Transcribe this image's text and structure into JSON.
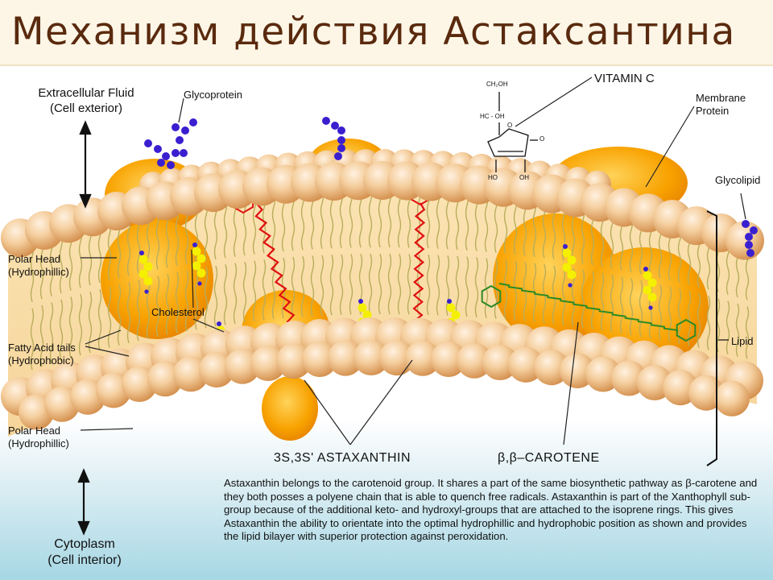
{
  "title": "Механизм действия Астаксантина",
  "labels": {
    "extracellular_1": "Extracellular Fluid",
    "extracellular_2": "(Cell exterior)",
    "glycoprotein": "Glycoprotein",
    "vitamin_c": "VITAMIN C",
    "membrane_protein_1": "Membrane",
    "membrane_protein_2": "Protein",
    "glycolipid": "Glycolipid",
    "polar_head_top_1": "Polar Head",
    "polar_head_top_2": "(Hydrophillic)",
    "cholesterol": "Cholesterol",
    "fatty_acid_1": "Fatty Acid tails",
    "fatty_acid_2": "(Hydrophobic)",
    "lipid": "Lipid",
    "polar_head_bottom_1": "Polar Head",
    "polar_head_bottom_2": "(Hydrophillic)",
    "cytoplasm_1": "Cytoplasm",
    "cytoplasm_2": "(Cell interior)",
    "astaxanthin": "3S,3S' ASTAXANTHIN",
    "carotene": "β,β–CAROTENE"
  },
  "vitamin_c_atoms": {
    "ch2oh": "CH₂OH",
    "hc_oh": "HC - OH",
    "o_ring": "O",
    "o_keto": "O",
    "ho_left": "HO",
    "oh_right": "OH"
  },
  "description": "Astaxanthin belongs to the carotenoid group. It shares a part of the same biosynthetic pathway as β-carotene and they both posses a polyene chain that is able to quench free radicals.  Astaxanthin is part of the Xanthophyll sub-group because of the additional keto- and hydroxyl-groups that are attached to the isoprene rings. This gives Astaxanthin the ability to orientate into the optimal hydrophillic and hydrophobic position as shown and provides the lipid bilayer with superior protection against peroxidation.",
  "colors": {
    "title": "#5a2a0e",
    "head": "#f2c493",
    "protein": "#f5a000",
    "astaxanthin": "#e01010",
    "carotene": "#2c8a24",
    "cholesterol": "#f4f000",
    "sugar": "#3a1fd0",
    "tail": "#b8ad5c"
  }
}
